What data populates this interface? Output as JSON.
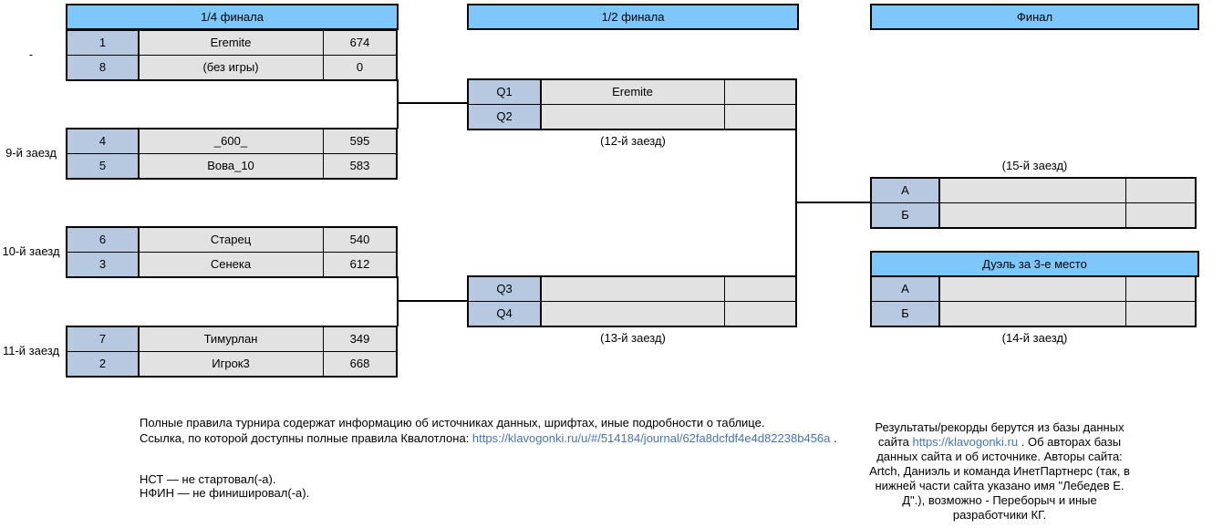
{
  "colors": {
    "header_blue": "#7DC7FA",
    "seed_blue": "#B7C9E0",
    "cell_gray": "#E2E2E2",
    "link_blue": "#4472C4",
    "border_black": "#000000"
  },
  "bracket": {
    "quarterfinals": {
      "title": "1/4 финала",
      "pairs": [
        {
          "race_label": "-",
          "rows": [
            {
              "seed": "1",
              "player": "Eremite",
              "score": "674"
            },
            {
              "seed": "8",
              "player": "(без игры)",
              "score": "0"
            }
          ]
        },
        {
          "race_label": "9-й заезд",
          "rows": [
            {
              "seed": "4",
              "player": "_600_",
              "score": "595"
            },
            {
              "seed": "5",
              "player": "Вова_10",
              "score": "583"
            }
          ]
        },
        {
          "race_label": "10-й заезд",
          "rows": [
            {
              "seed": "6",
              "player": "Старец",
              "score": "540"
            },
            {
              "seed": "3",
              "player": "Сенека",
              "score": "612"
            }
          ]
        },
        {
          "race_label": "11-й заезд",
          "rows": [
            {
              "seed": "7",
              "player": "Тимурлан",
              "score": "349"
            },
            {
              "seed": "2",
              "player": "Игрок3",
              "score": "668"
            }
          ]
        }
      ]
    },
    "semifinals": {
      "title": "1/2 финала",
      "matches": [
        {
          "caption": "(12-й заезд)",
          "rows": [
            {
              "seed": "Q1",
              "player": "Eremite",
              "score": ""
            },
            {
              "seed": "Q2",
              "player": "",
              "score": ""
            }
          ]
        },
        {
          "caption": "(13-й заезд)",
          "rows": [
            {
              "seed": "Q3",
              "player": "",
              "score": ""
            },
            {
              "seed": "Q4",
              "player": "",
              "score": ""
            }
          ]
        }
      ]
    },
    "final": {
      "title": "Финал",
      "caption": "(15-й заезд)",
      "rows": [
        {
          "seed": "А",
          "player": "",
          "score": ""
        },
        {
          "seed": "Б",
          "player": "",
          "score": ""
        }
      ]
    },
    "third_place": {
      "title": "Дуэль за 3-е место",
      "caption": "(14-й заезд)",
      "rows": [
        {
          "seed": "А",
          "player": "",
          "score": ""
        },
        {
          "seed": "Б",
          "player": "",
          "score": ""
        }
      ]
    }
  },
  "footer": {
    "left": {
      "line1": "Полные правила турнира содержат информацию об источниках данных, шрифтах, иные подробности о таблице.",
      "line2_prefix": "Ссылка, по которой доступны полные правила Квалотлона: ",
      "line2_link": "https://klavogonki.ru/u/#/514184/journal/62fa8dcfdf4e4d82238b456a",
      "line2_suffix": " .",
      "note1": "НСТ — не стартовал(-а).",
      "note2": "НФИН — не финишировал(-а)."
    },
    "right": {
      "part1": "Результаты/рекорды берутся из базы данных сайта ",
      "link": "https://klavogonki.ru",
      "part2": " . Об авторах базы данных сайта и об источнике. Авторы сайта: Artch, Даниэль и команда ИнетПартнерс (так, в нижней части сайта указано имя \"Лебедев Е. Д\".), возможно - Переборыч и иные разработчики КГ."
    }
  }
}
